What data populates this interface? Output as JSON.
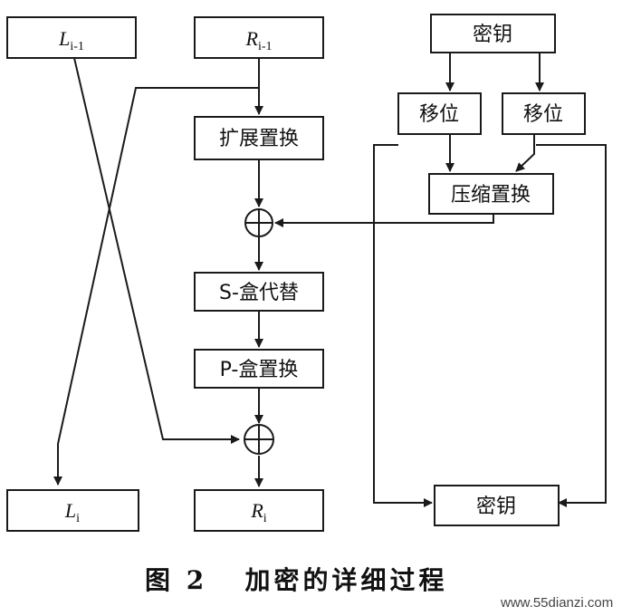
{
  "boxes": {
    "l_prev": {
      "base": "L",
      "sub": "i-1"
    },
    "r_prev": {
      "base": "R",
      "sub": "i-1"
    },
    "key_top": "密钥",
    "shift_left": "移位",
    "shift_right": "移位",
    "expansion": "扩展置换",
    "compression": "压缩置换",
    "sbox": "S-盒代替",
    "pbox": "P-盒置换",
    "l_out": {
      "base": "L",
      "sub": "i"
    },
    "r_out": {
      "base": "R",
      "sub": "i"
    },
    "key_bottom": "密钥"
  },
  "caption": "图 2   加密的详细过程",
  "watermark": "www.55dianzi.com",
  "colors": {
    "ink": "#1a1a1a",
    "paper": "#ffffff"
  }
}
